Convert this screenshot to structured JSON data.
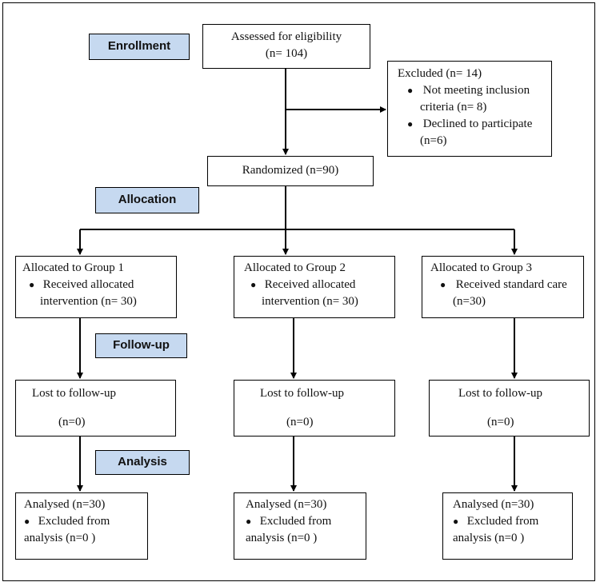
{
  "stages": {
    "enrollment": "Enrollment",
    "allocation": "Allocation",
    "followup": "Follow-up",
    "analysis": "Analysis"
  },
  "assessed": {
    "line1": "Assessed for eligibility",
    "line2": "(n= 104)"
  },
  "excluded": {
    "title": "Excluded (n= 14)",
    "items": [
      {
        "line1": "Not meeting inclusion",
        "line2": "criteria (n= 8)"
      },
      {
        "line1": "Declined to participate",
        "line2": "(n=6)"
      }
    ]
  },
  "randomized": "Randomized (n=90)",
  "groups": [
    {
      "allocated": {
        "title": "Allocated to Group 1",
        "line1": "Received allocated",
        "line2": "intervention (n= 30)"
      },
      "lost": {
        "line1": "Lost to follow-up",
        "line2": "(n=0)"
      },
      "analysed": {
        "title": "Analysed (n=30)",
        "line1": "Excluded from",
        "line2": "analysis (n=0  )"
      }
    },
    {
      "allocated": {
        "title": "Allocated to Group 2",
        "line1": "Received allocated",
        "line2": "intervention (n= 30)"
      },
      "lost": {
        "line1": "Lost to follow-up",
        "line2": "(n=0)"
      },
      "analysed": {
        "title": "Analysed (n=30)",
        "line1": "Excluded from",
        "line2": "analysis (n=0  )"
      }
    },
    {
      "allocated": {
        "title": "Allocated to Group 3",
        "line1": "Received standard care",
        "line2": "(n=30)"
      },
      "lost": {
        "line1": "Lost to follow-up",
        "line2": "(n=0)"
      },
      "analysed": {
        "title": "Analysed (n=30)",
        "line1": "Excluded from",
        "line2": "analysis (n=0  )"
      }
    }
  ]
}
